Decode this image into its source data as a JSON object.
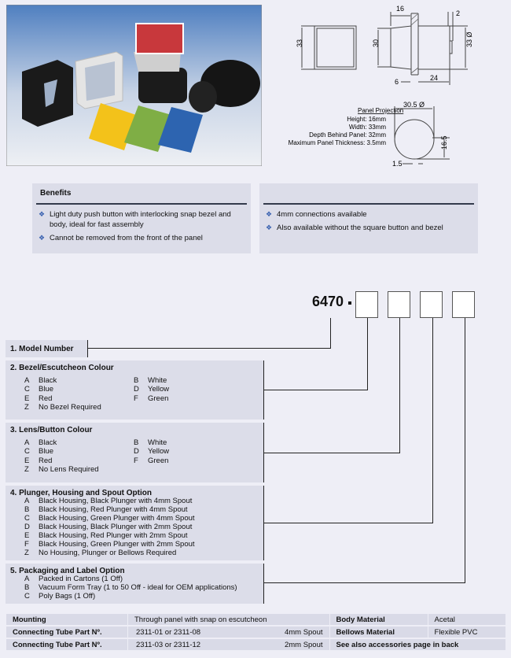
{
  "photo": {
    "alt_icon": "product-photo"
  },
  "drawing": {
    "front_height": "33",
    "side_top_width": "16",
    "side_flange": "2",
    "side_height": "30",
    "side_diameter": "33 Ø",
    "side_bottom_left": "6",
    "side_bottom_right": "24",
    "cutout_diameter": "30.5 Ø",
    "cutout_height": "16.5",
    "cutout_notch": "1.5",
    "projection_title": "Panel Projection",
    "projection_lines": [
      "Height: 16mm",
      "Width:  33mm",
      "Depth Behind Panel: 32mm",
      "Maximum Panel Thickness: 3.5mm"
    ]
  },
  "benefits": {
    "title": "Benefits",
    "left": [
      "Light duty push button with interlocking snap bezel and body, ideal for fast assembly",
      "Cannot be removed from the front of the panel"
    ],
    "right": [
      "4mm connections available",
      "Also available without the square button and bezel"
    ],
    "bullet": "❖"
  },
  "order": {
    "model": "6470",
    "dash": "-",
    "sections": [
      {
        "title": "1.  Model Number"
      },
      {
        "title": "2.  Bezel/Escutcheon Colour",
        "options": [
          [
            "A",
            "Black"
          ],
          [
            "B",
            "White"
          ],
          [
            "C",
            "Blue"
          ],
          [
            "D",
            "Yellow"
          ],
          [
            "E",
            "Red"
          ],
          [
            "F",
            "Green"
          ],
          [
            "Z",
            "No Bezel Required"
          ]
        ]
      },
      {
        "title": "3.  Lens/Button Colour",
        "options": [
          [
            "A",
            "Black"
          ],
          [
            "B",
            "White"
          ],
          [
            "C",
            "Blue"
          ],
          [
            "D",
            "Yellow"
          ],
          [
            "E",
            "Red"
          ],
          [
            "F",
            "Green"
          ],
          [
            "Z",
            "No Lens Required"
          ]
        ]
      },
      {
        "title": "4.  Plunger, Housing and Spout Option",
        "options": [
          [
            "A",
            "Black Housing, Black Plunger with 4mm Spout"
          ],
          [
            "B",
            "Black Housing, Red Plunger with 4mm Spout"
          ],
          [
            "C",
            "Black Housing, Green Plunger with 4mm Spout"
          ],
          [
            "D",
            "Black Housing, Black Plunger with 2mm Spout"
          ],
          [
            "E",
            "Black Housing, Red Plunger with 2mm Spout"
          ],
          [
            "F",
            "Black Housing, Green Plunger with 2mm Spout"
          ],
          [
            "Z",
            "No Housing, Plunger or Bellows Required"
          ]
        ]
      },
      {
        "title": "5.  Packaging and Label Option",
        "options": [
          [
            "A",
            "Packed in Cartons (1 Off)"
          ],
          [
            "B",
            "Vacuum Form Tray (1 to 50 Off - ideal for OEM applications)"
          ],
          [
            "C",
            "Poly Bags (1 Off)"
          ]
        ]
      }
    ]
  },
  "spec": {
    "rows": [
      {
        "label": "Mounting",
        "value": "Through panel with snap on escutcheon",
        "value2": "",
        "label2": "Body Material",
        "value3": "Acetal"
      },
      {
        "label": "Connecting Tube Part Nº.",
        "value": "2311-01 or 2311-08",
        "value2": "4mm Spout",
        "label2": "Bellows Material",
        "value3": "Flexible PVC"
      },
      {
        "label": "Connecting Tube Part Nº.",
        "value": "2311-03 or 2311-12",
        "value2": "2mm Spout",
        "label2": "See also accessories page in back",
        "value3": ""
      }
    ]
  }
}
